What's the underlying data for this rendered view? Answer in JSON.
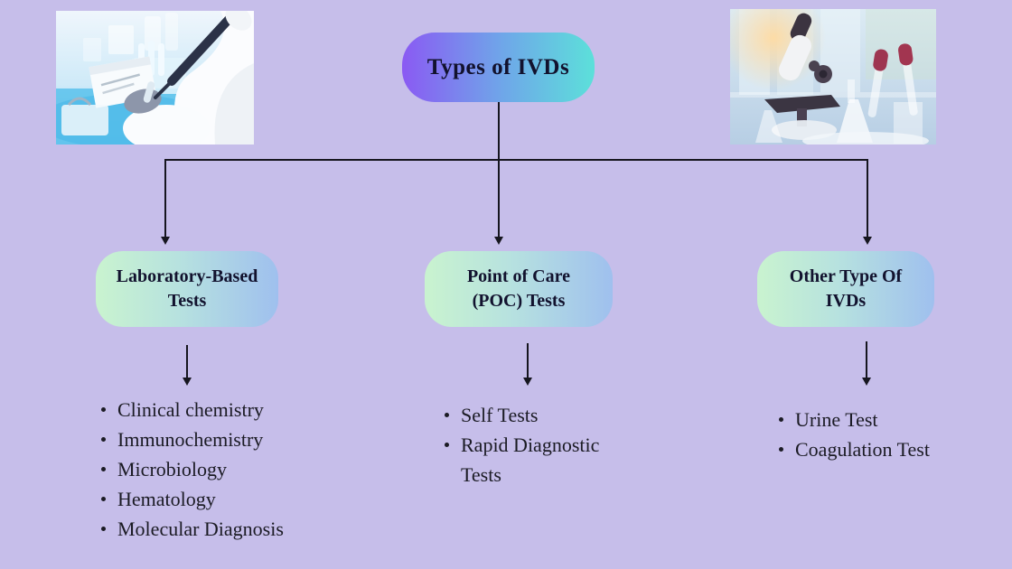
{
  "header": {
    "title": "Types of IVDs"
  },
  "images": {
    "left": {
      "name": "lab-pipetting-photo"
    },
    "right": {
      "name": "microscope-lab-photo"
    }
  },
  "branches": [
    {
      "id": "laboratory-based-tests",
      "label_lines": [
        "Laboratory-Based",
        "Tests"
      ],
      "items": [
        "Clinical chemistry",
        "Immunochemistry",
        "Microbiology",
        "Hematology",
        "Molecular Diagnosis"
      ]
    },
    {
      "id": "poc-tests",
      "label_lines": [
        "Point of Care",
        "(POC) Tests"
      ],
      "items": [
        "Self Tests",
        "Rapid Diagnostic Tests"
      ]
    },
    {
      "id": "other-ivds",
      "label_lines": [
        "Other Type Of",
        "IVDs"
      ],
      "items": [
        "Urine Test",
        "Coagulation Test"
      ]
    }
  ],
  "colors": {
    "background": "#c6beea",
    "title_gradient_start": "#8a5af3",
    "title_gradient_end": "#5ce0da",
    "branch_gradient_start": "#c9f3cf",
    "branch_gradient_end": "#9fc0ee",
    "connector": "#16161f",
    "text": "#15152a"
  }
}
